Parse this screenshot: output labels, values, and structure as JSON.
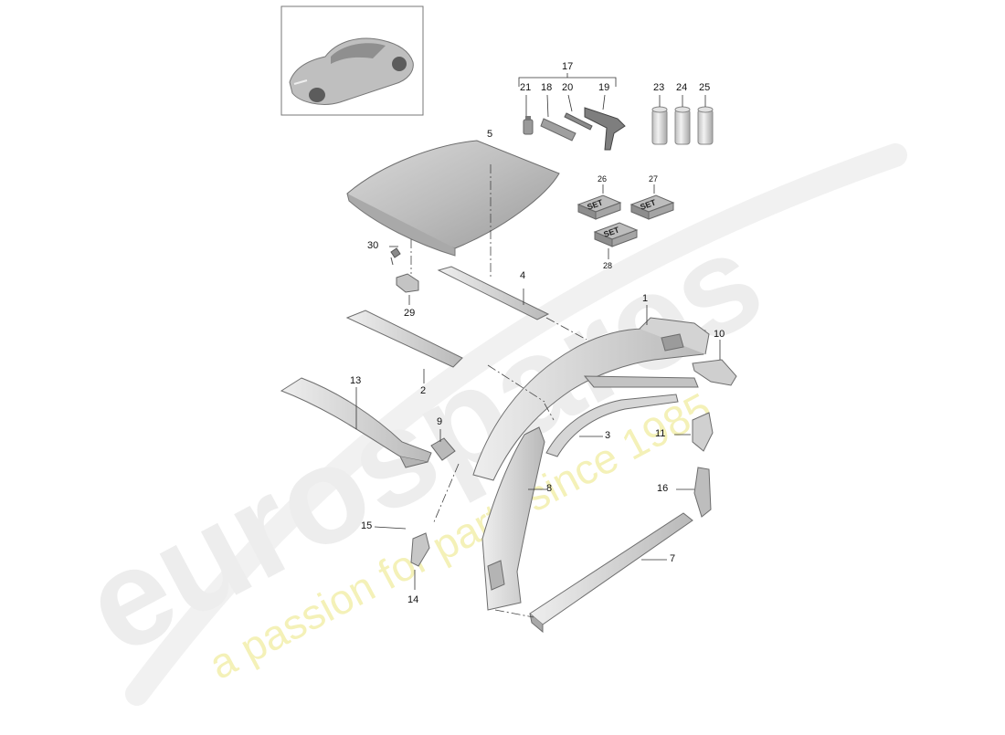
{
  "callouts": [
    "1",
    "2",
    "3",
    "4",
    "5",
    "7",
    "8",
    "9",
    "10",
    "11",
    "13",
    "14",
    "15",
    "16",
    "17",
    "18",
    "19",
    "20",
    "21",
    "23",
    "24",
    "25",
    "26",
    "27",
    "28",
    "29",
    "30"
  ],
  "set_labels": [
    "SET",
    "SET",
    "SET"
  ],
  "watermark": {
    "brand": "eurospares",
    "tagline": "a passion for parts since 1985"
  },
  "colors": {
    "part_light": "#e6e6e6",
    "part_mid": "#c8c8c8",
    "part_dark": "#9a9a9a",
    "watermark_gray": "#ececec",
    "watermark_yellow": "#f3f0b0"
  }
}
